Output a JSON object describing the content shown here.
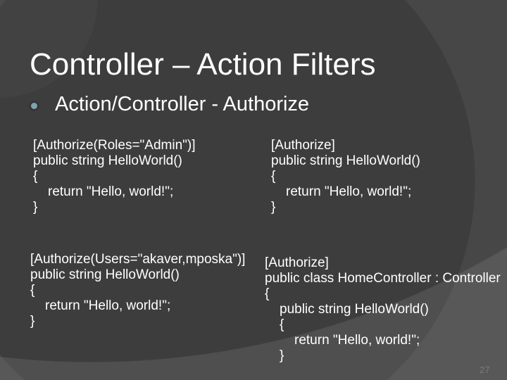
{
  "slide": {
    "title": "Controller – Action Filters",
    "bullet": "Action/Controller - Authorize",
    "page_number": "27",
    "colors": {
      "background_dark": "#3d3d3d",
      "background_light_top_right": "#4a4a4a",
      "background_light_bottom": "#555555",
      "text": "#ffffff",
      "bullet_dot": "#7fa2b2",
      "page_number": "#7b7b7b"
    },
    "code_blocks": [
      {
        "position": "top-left",
        "lines": [
          {
            "indent": 0,
            "text": "[Authorize(Roles=\"Admin\")]"
          },
          {
            "indent": 0,
            "text": "public string HelloWorld()"
          },
          {
            "indent": 0,
            "text": "{"
          },
          {
            "indent": 1,
            "text": "return \"Hello, world!\";"
          },
          {
            "indent": 0,
            "text": "}"
          }
        ]
      },
      {
        "position": "top-right",
        "lines": [
          {
            "indent": 0,
            "text": "[Authorize]"
          },
          {
            "indent": 0,
            "text": "public string HelloWorld()"
          },
          {
            "indent": 0,
            "text": "{"
          },
          {
            "indent": 1,
            "text": "return \"Hello, world!\";"
          },
          {
            "indent": 0,
            "text": "}"
          }
        ]
      },
      {
        "position": "bottom-left",
        "lines": [
          {
            "indent": 0,
            "text": "[Authorize(Users=\"akaver,mposka\")]"
          },
          {
            "indent": 0,
            "text": "public string HelloWorld()"
          },
          {
            "indent": 0,
            "text": "{"
          },
          {
            "indent": 1,
            "text": "return \"Hello, world!\";"
          },
          {
            "indent": 0,
            "text": "}"
          }
        ]
      },
      {
        "position": "bottom-right",
        "lines": [
          {
            "indent": 0,
            "text": "[Authorize]"
          },
          {
            "indent": 0,
            "text": "public class HomeController : Controller"
          },
          {
            "indent": 0,
            "text": "{"
          },
          {
            "indent": 1,
            "text": "public string HelloWorld()"
          },
          {
            "indent": 1,
            "text": "{"
          },
          {
            "indent": 2,
            "text": "return \"Hello, world!\";"
          },
          {
            "indent": 1,
            "text": "}"
          }
        ]
      }
    ]
  }
}
